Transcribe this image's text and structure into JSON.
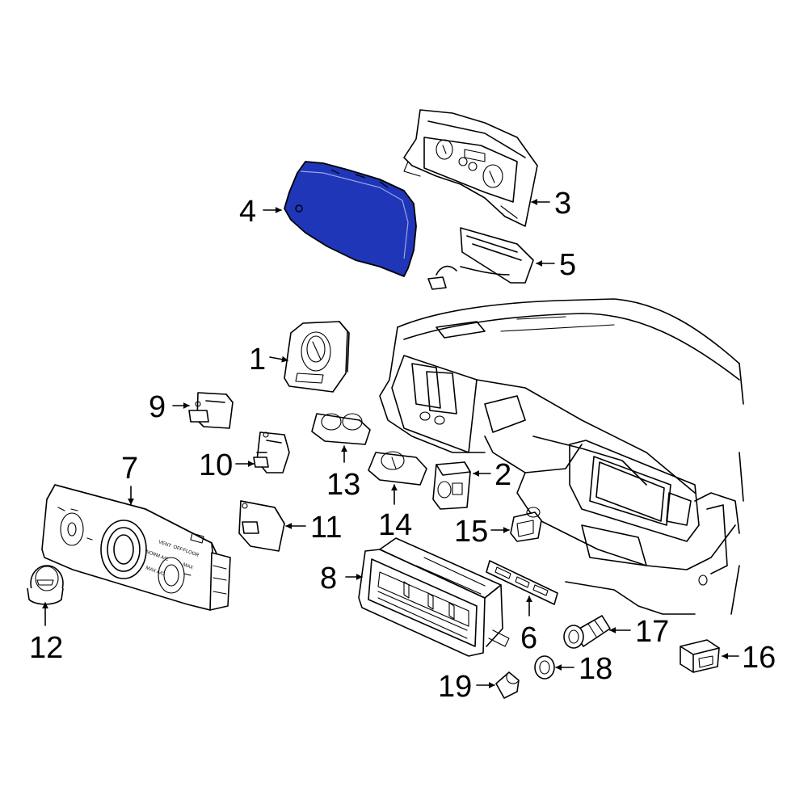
{
  "diagram": {
    "highlight_color": "#2036b8",
    "highlighted_part": "4",
    "callouts": [
      {
        "id": "1",
        "label": "1"
      },
      {
        "id": "2",
        "label": "2"
      },
      {
        "id": "3",
        "label": "3"
      },
      {
        "id": "4",
        "label": "4"
      },
      {
        "id": "5",
        "label": "5"
      },
      {
        "id": "6",
        "label": "6"
      },
      {
        "id": "7",
        "label": "7"
      },
      {
        "id": "8",
        "label": "8"
      },
      {
        "id": "9",
        "label": "9"
      },
      {
        "id": "10",
        "label": "10"
      },
      {
        "id": "11",
        "label": "11"
      },
      {
        "id": "12",
        "label": "12"
      },
      {
        "id": "13",
        "label": "13"
      },
      {
        "id": "14",
        "label": "14"
      },
      {
        "id": "15",
        "label": "15"
      },
      {
        "id": "16",
        "label": "16"
      },
      {
        "id": "17",
        "label": "17"
      },
      {
        "id": "18",
        "label": "18"
      },
      {
        "id": "19",
        "label": "19"
      }
    ],
    "panel_text": {
      "vent": "VENT",
      "off": "OFF",
      "floor": "FLOOR",
      "norm_ac": "NORM\nA/C",
      "max_ac": "MAX\nA/C",
      "max": "MAX"
    }
  }
}
